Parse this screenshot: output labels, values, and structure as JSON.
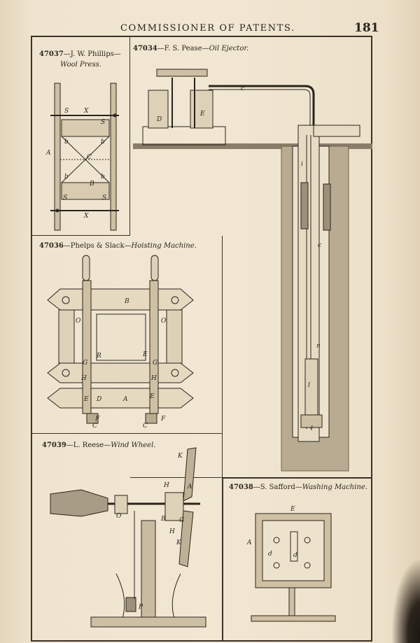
{
  "header": {
    "title": "COMMISSIONER OF PATENTS.",
    "page_number": "181"
  },
  "figures": [
    {
      "id": "47037",
      "sep": "—J. W. Phillips—",
      "name": "Wool Press.",
      "labels": [
        "S",
        "X",
        "S",
        "b",
        "b",
        "A",
        "C",
        "b",
        "b",
        "B",
        "S",
        "S",
        "X"
      ]
    },
    {
      "id": "47034",
      "sep": "—F. S. Pease—",
      "name": "Oil Ejector.",
      "labels": [
        "c",
        "D",
        "E",
        "i",
        "c",
        "n",
        "l",
        "l"
      ]
    },
    {
      "id": "47036",
      "sep": "—Phelps & Slack—",
      "name": "Hoisting Machine.",
      "labels": [
        "B",
        "O",
        "O",
        "R",
        "E",
        "G",
        "G",
        "H",
        "H",
        "E",
        "D",
        "A",
        "E",
        "F",
        "C",
        "C",
        "F"
      ]
    },
    {
      "id": "47039",
      "sep": "—L. Reese—",
      "name": "Wind Wheel.",
      "labels": [
        "K",
        "H",
        "A",
        "O",
        "B",
        "G",
        "H",
        "K",
        "P"
      ]
    },
    {
      "id": "47038",
      "sep": "—S. Safford—",
      "name": "Washing Machine.",
      "labels": [
        "E",
        "A",
        "d",
        "d"
      ]
    }
  ]
}
